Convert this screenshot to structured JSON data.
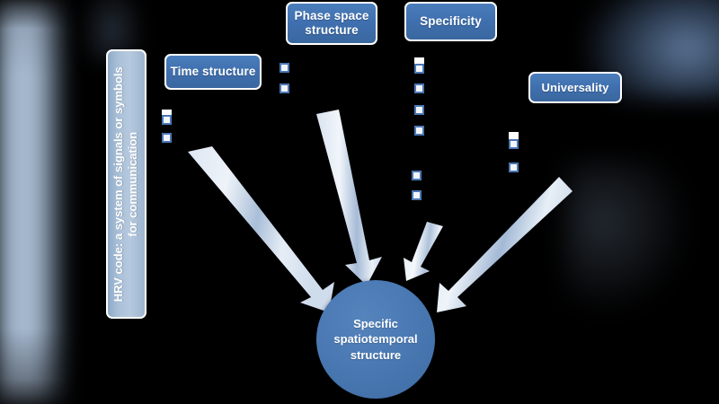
{
  "diagram": {
    "title_bar": {
      "text_main": "HRV code",
      "text_rest": ": a system of signals or symbols",
      "text_line2": "for communication",
      "full_text": "HRV code: a system of signals or symbols for communication"
    },
    "boxes": [
      {
        "id": "time-structure",
        "label": "Time structure"
      },
      {
        "id": "phase-space",
        "label": "Phase space structure"
      },
      {
        "id": "specificity",
        "label": "Specificity"
      },
      {
        "id": "universality",
        "label": "Universality"
      }
    ],
    "center": {
      "label": "Specific spatiotemporal structure"
    },
    "arrows": [
      {
        "from": "time-structure",
        "to": "center",
        "direction": "down-right"
      },
      {
        "from": "phase-space",
        "to": "center",
        "direction": "down"
      },
      {
        "from": "specificity",
        "to": "center",
        "direction": "down-left"
      },
      {
        "from": "universality",
        "to": "center",
        "direction": "down-left"
      }
    ],
    "colors": {
      "box_fill": "#3f6fae",
      "box_border": "#ffffff",
      "bar_fill": "#a9c0d8",
      "circle_fill": "#4a79b3",
      "arrow_light": "#e8eef6",
      "arrow_shade": "#9fb6d2",
      "marker_border": "#4b77b4",
      "background": "#000000"
    }
  }
}
